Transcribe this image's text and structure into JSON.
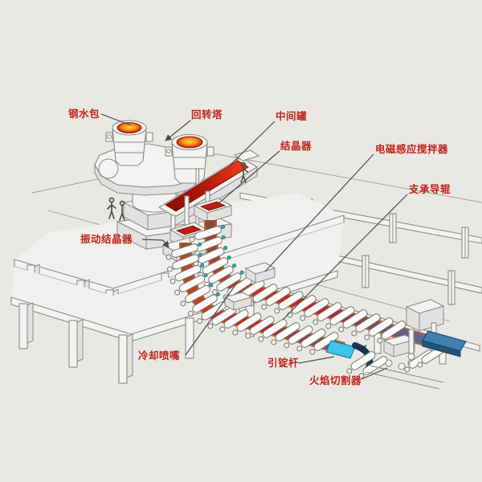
{
  "diagram": {
    "type": "continuous-casting-machine-schematic",
    "labels": {
      "ladle": "钢水包",
      "turret": "回转塔",
      "tundish": "中间罐",
      "mold": "结晶器",
      "ems_stirrer": "电磁感应搅拌器",
      "support_guide_roller": "支承导辊",
      "vibrating_mold": "振动结晶器",
      "cooling_nozzle": "冷却喷嘴",
      "dummy_bar": "引锭杆",
      "flame_cutter": "火焰切割器"
    },
    "colors": {
      "label_red": "#c0241a",
      "background": "#e9e8e5",
      "outline_gray": "#8a8a88",
      "molten_core": "#ffd23a",
      "molten_ring": "#d93310",
      "strand_hot": "#da2012",
      "strand_cooling": "#83406a",
      "strand_cold": "#567299",
      "slab_blue": "#3f80b0",
      "dummy_bar_cyan": "#3cc4ea",
      "dummy_bar_navy": "#16374e",
      "nozzle_teal": "#2aa8a0"
    }
  }
}
